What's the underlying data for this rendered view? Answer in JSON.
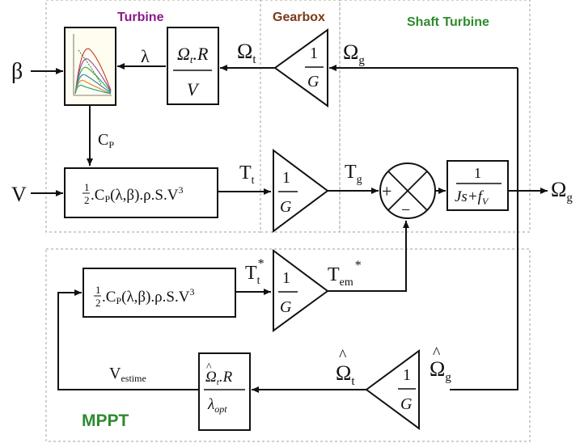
{
  "regions": {
    "turbine": "Turbine",
    "gearbox": "Gearbox",
    "shaft_turbine": "Shaft Turbine",
    "mppt": "MPPT"
  },
  "colors": {
    "turbine_label": "#8a1a8a",
    "gearbox_label": "#7a3a1a",
    "shaft_label": "#2e8b2e",
    "mppt_label": "#2e8b2e",
    "region_fill": "#eef5e8"
  },
  "signals": {
    "beta": "β",
    "v": "V",
    "lambda": "λ",
    "cp": "C",
    "cp_sub": "P",
    "omega_t": "Ω",
    "omega_t_sub": "t",
    "omega_g": "Ω",
    "omega_g_sub": "g",
    "omega_g_out": "Ω",
    "omega_g_out_sub": "g",
    "t_t": "T",
    "t_t_sub": "t",
    "t_g": "T",
    "t_g_sub": "g",
    "t_t_star": "T",
    "t_t_star_sub": "t",
    "star": "*",
    "t_em_star": "T",
    "t_em_star_sub": "em",
    "omega_t_hat": "Ω",
    "omega_t_hat_sub": "t",
    "omega_g_hat": "Ω",
    "omega_g_hat_sub": "g",
    "hat": "^",
    "v_estime": "V",
    "v_estime_sub": "estime"
  },
  "blocks": {
    "lambda_calc": {
      "num": "Ω",
      "num_sub": "t",
      "num_rest": ".R",
      "den": "V"
    },
    "gearbox_top": {
      "num": "1",
      "den": "G"
    },
    "gearbox_mid": {
      "num": "1",
      "den": "G"
    },
    "gearbox_mppt": {
      "num": "1",
      "den": "G"
    },
    "gearbox_bottom": {
      "num": "1",
      "den": "G"
    },
    "shaft": {
      "num": "1",
      "den": "Js+f",
      "den_sub": "V"
    },
    "aero_power": {
      "half_num": "1",
      "half_den": "2",
      "text": ".C",
      "sub": "P",
      "rest": "(λ,β).ρ.S.V",
      "sup": "3"
    },
    "aero_power_mppt": {
      "half_num": "1",
      "half_den": "2",
      "text": ".C",
      "sub": "P",
      "rest": "(λ,β).ρ.S.V",
      "sup": "3"
    },
    "speed_estimator": {
      "num": "Ω",
      "num_sub": "t",
      "num_rest": ".R",
      "den": "λ",
      "den_sub": "opt",
      "hat": "^"
    },
    "summer": {
      "plus": "+",
      "minus": "−"
    }
  }
}
